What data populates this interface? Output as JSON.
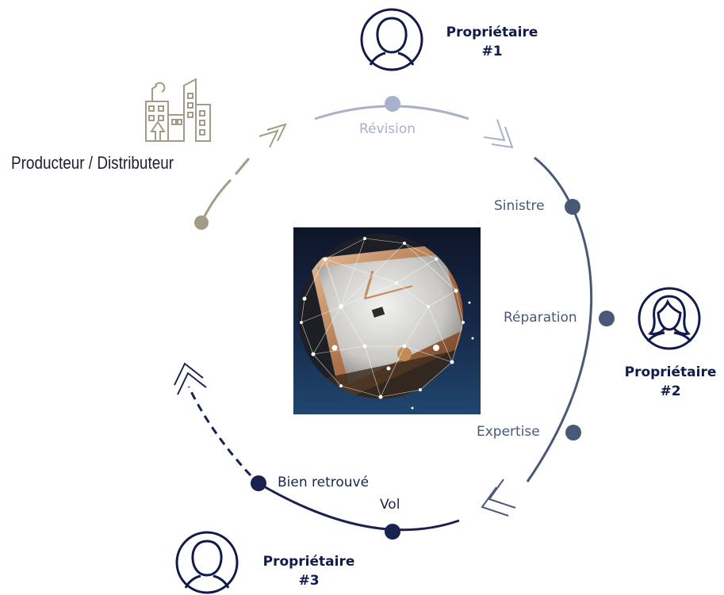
{
  "producer": {
    "label": "Producteur / Distributeur",
    "icon": "factory-buildings-icon",
    "color": "#a29b86"
  },
  "owners": [
    {
      "title": "Propriétaire",
      "number": "#1",
      "icon": "user-avatar-icon"
    },
    {
      "title": "Propriétaire",
      "number": "#2",
      "icon": "user-avatar-female-icon"
    },
    {
      "title": "Propriétaire",
      "number": "#3",
      "icon": "user-avatar-icon"
    }
  ],
  "steps": {
    "revision": "Révision",
    "sinistre": "Sinistre",
    "reparation": "Réparation",
    "expertise": "Expertise",
    "vol": "Vol",
    "bien_retrouve": "Bien retrouvé"
  },
  "center_image": {
    "subject": "watch-network-illustration"
  },
  "colors": {
    "producer": "#a29b86",
    "owner1": "#a7b1cc",
    "owner2": "#4a5878",
    "owner3": "#1a2350",
    "text_dark": "#111a4a"
  }
}
